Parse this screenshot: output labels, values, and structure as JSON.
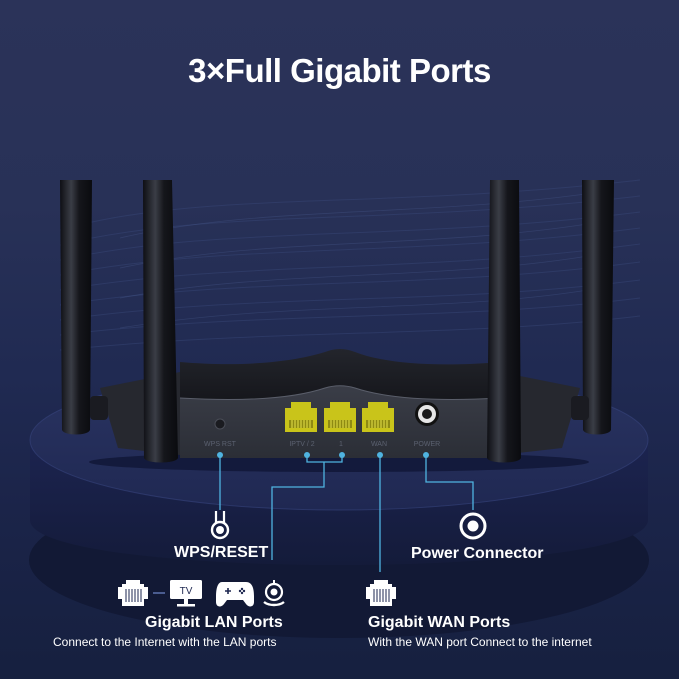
{
  "title": "3×Full Gigabit Ports",
  "router": {
    "port_labels": [
      "WPS RST",
      "IPTV / 2",
      "1",
      "WAN",
      "POWER"
    ],
    "port_color": "#d4cf1e"
  },
  "callouts": {
    "wps_reset": {
      "label": "WPS/RESET",
      "icon": "wps-reset-button-icon"
    },
    "power": {
      "label": "Power Connector",
      "icon": "power-connector-icon"
    },
    "lan": {
      "label": "Gigabit LAN Ports",
      "description": "Connect to the Internet with the LAN ports",
      "icons": [
        "ethernet-port-icon",
        "tv-icon",
        "gamepad-icon",
        "webcam-icon"
      ],
      "tv_text": "TV"
    },
    "wan": {
      "label": "Gigabit WAN Ports",
      "description": "With the WAN port Connect to the internet",
      "icon": "ethernet-port-icon"
    }
  },
  "colors": {
    "background": "#283157",
    "accent_line": "#4fb3e0",
    "text": "#ffffff"
  }
}
